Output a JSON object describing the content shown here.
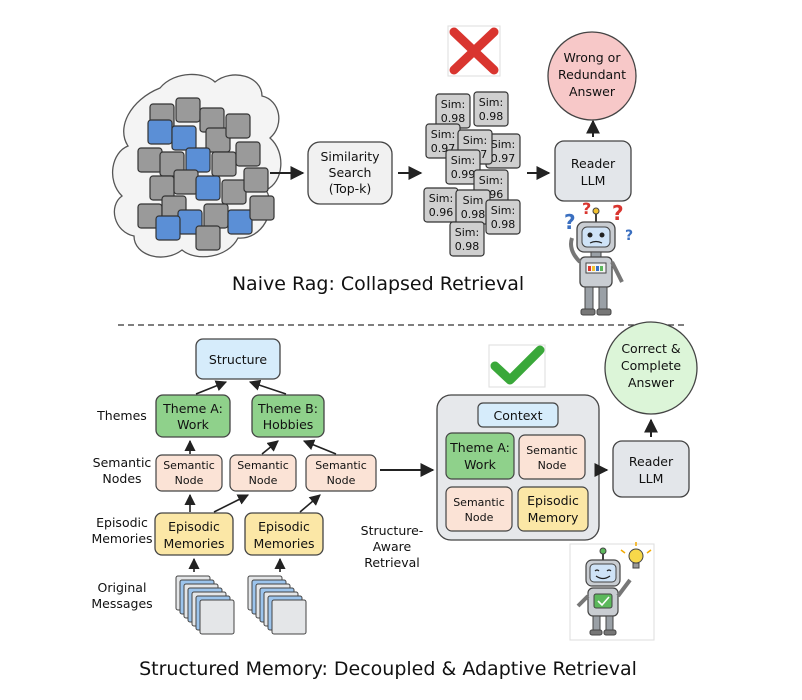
{
  "top": {
    "similarity_box": [
      "Similarity",
      "Search",
      "(Top-k)"
    ],
    "sim_cards": [
      {
        "label": "Sim:",
        "value": "0.98"
      },
      {
        "label": "Sim:",
        "value": "0.98"
      },
      {
        "label": "Sim:",
        "value": "0.97"
      },
      {
        "label": "Sim:",
        "value": "0.97"
      },
      {
        "label": "Sim:",
        "value": "0.97"
      },
      {
        "label": "Sim:",
        "value": "0.99"
      },
      {
        "label": "Sim:",
        "value": "0.96"
      },
      {
        "label": "Sim:",
        "value": "0.96"
      },
      {
        "label": "Sim",
        "value": "0.98"
      },
      {
        "label": "Sim:",
        "value": "0.98"
      },
      {
        "label": "Sim:",
        "value": "0.98"
      }
    ],
    "reader": [
      "Reader",
      "LLM"
    ],
    "answer": [
      "Wrong or",
      "Redundant",
      "Answer"
    ],
    "caption": "Naive Rag: Collapsed Retrieval"
  },
  "bottom": {
    "structure": "Structure",
    "theme_a": [
      "Theme A:",
      "Work"
    ],
    "theme_b": [
      "Theme B:",
      "Hobbies"
    ],
    "semantic_node": [
      "Semantic",
      "Node"
    ],
    "episodic_memories": [
      "Episodic",
      "Memories"
    ],
    "row_labels": {
      "themes": [
        "Themes"
      ],
      "semantic": [
        "Semantic",
        "Nodes"
      ],
      "episodic": [
        "Episodic",
        "Memories"
      ],
      "original": [
        "Original",
        "Messages"
      ]
    },
    "retrieval_label": [
      "Structure-",
      "Aware",
      "Retrieval"
    ],
    "context": {
      "title": "Context",
      "theme_a": [
        "Theme A:",
        "Work"
      ],
      "semantic_node": [
        "Semantic",
        "Node"
      ],
      "episodic_memory": [
        "Episodic",
        "Memory"
      ]
    },
    "reader": [
      "Reader",
      "LLM"
    ],
    "answer": [
      "Correct &",
      "Complete",
      "Answer"
    ],
    "caption": "Structured Memory: Decoupled & Adaptive Retrieval"
  },
  "colors": {
    "blue_doc": "#5b8fd6",
    "gray_doc": "#9a9a9a",
    "theme_green": "#8fd18b",
    "semantic_peach": "#fbe3d6",
    "episodic_yellow": "#fbe7a6",
    "structure_blue": "#d6ecfb",
    "wrong_pink": "#f7c8c8",
    "correct_green": "#dcf5d8",
    "reader_gray": "#e3e6ea"
  }
}
